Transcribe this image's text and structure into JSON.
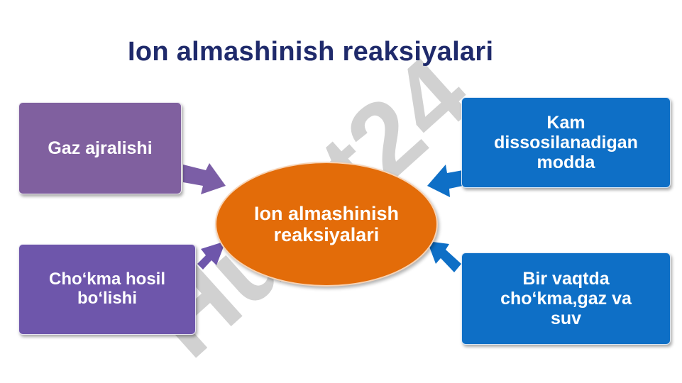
{
  "title": "Ion almashinish reaksiyalari",
  "center": {
    "lines": [
      "Ion",
      "almashinish",
      "reaksiyalari"
    ]
  },
  "boxes": {
    "gaz": {
      "lines": [
        "Gaz ajralishi"
      ],
      "color": "#80609f"
    },
    "chokma": {
      "lines": [
        "Cho‘kma hosil",
        "bo‘lishi"
      ],
      "color": "#6e56ab"
    },
    "kam": {
      "lines": [
        "Kam",
        "dissosilanadigan",
        "modda"
      ],
      "color": "#0e6fc6"
    },
    "bir": {
      "lines": [
        "Bir vaqtda",
        "cho‘kma,gaz va",
        "suv"
      ],
      "color": "#0e6fc6"
    }
  },
  "colors": {
    "center": "#e36c09",
    "title": "#1f2a6b",
    "left_arrow": "#7b5ea6",
    "right_arrow": "#0e6fc6"
  },
  "watermark": {
    "text": "Hujat24"
  }
}
